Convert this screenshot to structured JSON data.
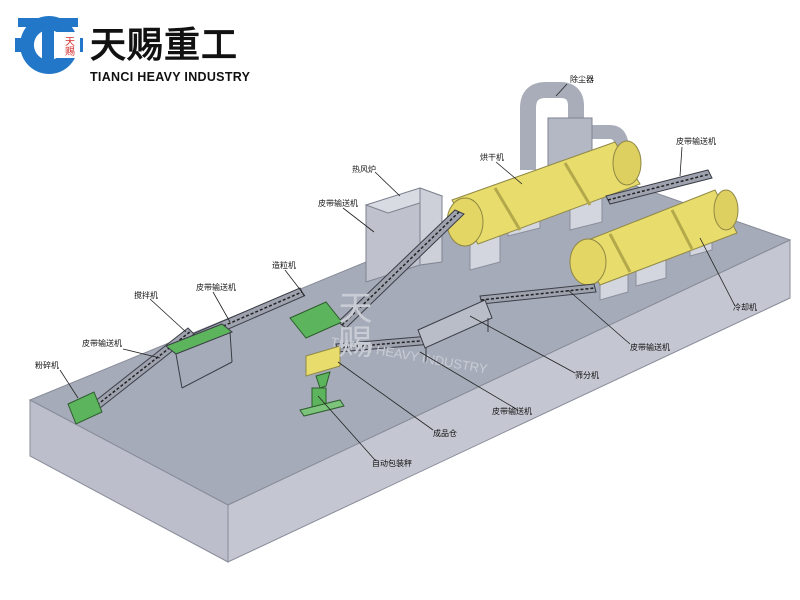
{
  "brand": {
    "name_cn": "天赐重工",
    "name_en": "TIANCI HEAVY INDUSTRY",
    "logo_mark_text": "天赐"
  },
  "watermark": {
    "mark_text": "天赐",
    "text": "TIANCI HEAVY INDUSTRY"
  },
  "labels": {
    "dust_collector": "除尘器",
    "dryer": "烘干机",
    "belt_conveyor_top_right": "皮带输送机",
    "hot_air_furnace": "热风炉",
    "belt_conveyor_mid": "皮带输送机",
    "granulator": "造粒机",
    "belt_conveyor_upper_left": "皮带输送机",
    "mixer": "搅拌机",
    "belt_conveyor_left": "皮带输送机",
    "crusher": "粉碎机",
    "cooler": "冷却机",
    "belt_conveyor_lower_right": "皮带输送机",
    "screening_machine": "筛分机",
    "belt_conveyor_bottom": "皮带输送机",
    "finished_bin": "成品仓",
    "auto_packing_scale": "自动包装秤"
  },
  "colors": {
    "platform_top": "#a6abb9",
    "platform_side": "#c4c7d1",
    "platform_front": "#bcbfcb",
    "drum_yellow": "#e8dc6c",
    "machine_green": "#5cb55c",
    "steel_grey": "#a9adb9",
    "logo_blue": "#2277c9",
    "logo_red": "#d52b2b"
  }
}
